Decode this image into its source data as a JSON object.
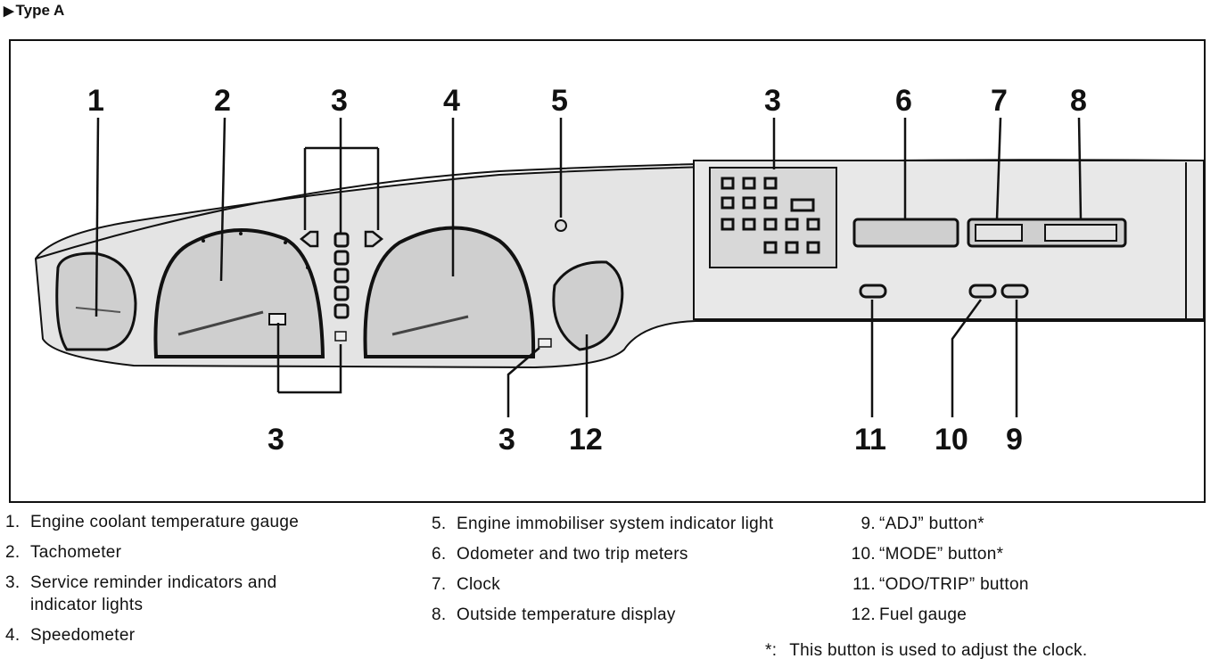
{
  "header": {
    "marker": "▶",
    "type_label": "Type A"
  },
  "callouts": {
    "c1": "1",
    "c2": "2",
    "c3_top": "3",
    "c4": "4",
    "c5": "5",
    "c3_right": "3",
    "c6": "6",
    "c7": "7",
    "c8": "8",
    "c3_bottom_left": "3",
    "c3_bottom_mid": "3",
    "c12": "12",
    "c11": "11",
    "c10": "10",
    "c9": "9"
  },
  "legend": {
    "col1": [
      {
        "num": "1.",
        "text": "Engine coolant temperature gauge"
      },
      {
        "num": "2.",
        "text": "Tachometer"
      },
      {
        "num": "3.",
        "text": "Service reminder indicators and indicator lights"
      },
      {
        "num": "4.",
        "text": "Speedometer"
      }
    ],
    "col2": [
      {
        "num": "5.",
        "text": "Engine immobiliser system indicator light"
      },
      {
        "num": "6.",
        "text": "Odometer and two trip meters"
      },
      {
        "num": "7.",
        "text": "Clock"
      },
      {
        "num": "8.",
        "text": "Outside temperature display"
      }
    ],
    "col3": [
      {
        "num": "9.",
        "text": "“ADJ” button*"
      },
      {
        "num": "10.",
        "text": "“MODE” button*"
      },
      {
        "num": "11.",
        "text": "“ODO/TRIP” button"
      },
      {
        "num": "12.",
        "text": "Fuel gauge"
      }
    ]
  },
  "note": {
    "star": "*:",
    "text": "This button is used to adjust the clock."
  },
  "colors": {
    "ink": "#111111",
    "panel_fill": "#e4e4e4",
    "gauge_fill": "#cfcfcf"
  }
}
